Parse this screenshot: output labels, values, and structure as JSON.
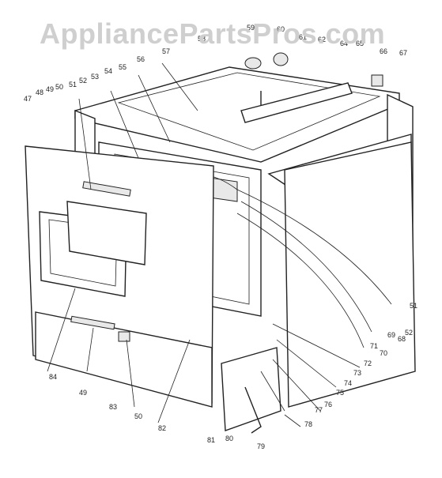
{
  "watermark": "AppliancePartsPros.com",
  "callouts": [
    "47",
    "48",
    "49",
    "50",
    "51",
    "52",
    "53",
    "54",
    "55",
    "56",
    "57",
    "58",
    "59",
    "60",
    "61",
    "62",
    "64",
    "65",
    "66",
    "67",
    "51",
    "52",
    "68",
    "69",
    "70",
    "71",
    "72",
    "73",
    "74",
    "75",
    "76",
    "77",
    "78",
    "79",
    "80",
    "81",
    "82",
    "83",
    "84",
    "49",
    "50"
  ]
}
